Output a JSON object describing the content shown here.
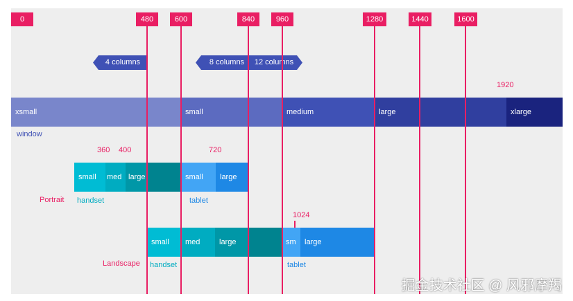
{
  "breakpoints": [
    "0",
    "480",
    "600",
    "840",
    "960",
    "1280",
    "1440",
    "1600"
  ],
  "columns": {
    "four": "4 columns",
    "eight": "8 columns",
    "twelve": "12 columns"
  },
  "window": {
    "label": "window",
    "extra_bp": "1920",
    "segments": [
      "xsmall",
      "small",
      "medium",
      "large",
      "xlarge"
    ]
  },
  "portrait": {
    "label": "Portrait",
    "bp_labels": [
      "360",
      "400",
      "720"
    ],
    "handset_label": "handset",
    "tablet_label": "tablet",
    "handset_segments": [
      "small",
      "med",
      "large"
    ],
    "tablet_segments": [
      "small",
      "large"
    ]
  },
  "landscape": {
    "label": "Landscape",
    "bp_label": "1024",
    "handset_label": "handset",
    "tablet_label": "tablet",
    "handset_segments": [
      "small",
      "med",
      "large"
    ],
    "tablet_segments": [
      "sm",
      "large"
    ]
  },
  "watermark": "掘金技术社区 @ 风邪摩羯",
  "colors": {
    "accent": "#e91e63",
    "window": [
      "#7986cb",
      "#5c6bc0",
      "#3f51b5",
      "#303f9f",
      "#1a237e"
    ],
    "handset": [
      "#00bcd4",
      "#00acc1",
      "#0097a7",
      "#00838f"
    ],
    "tablet": [
      "#42a5f5",
      "#1e88e5",
      "#1976d2"
    ]
  }
}
